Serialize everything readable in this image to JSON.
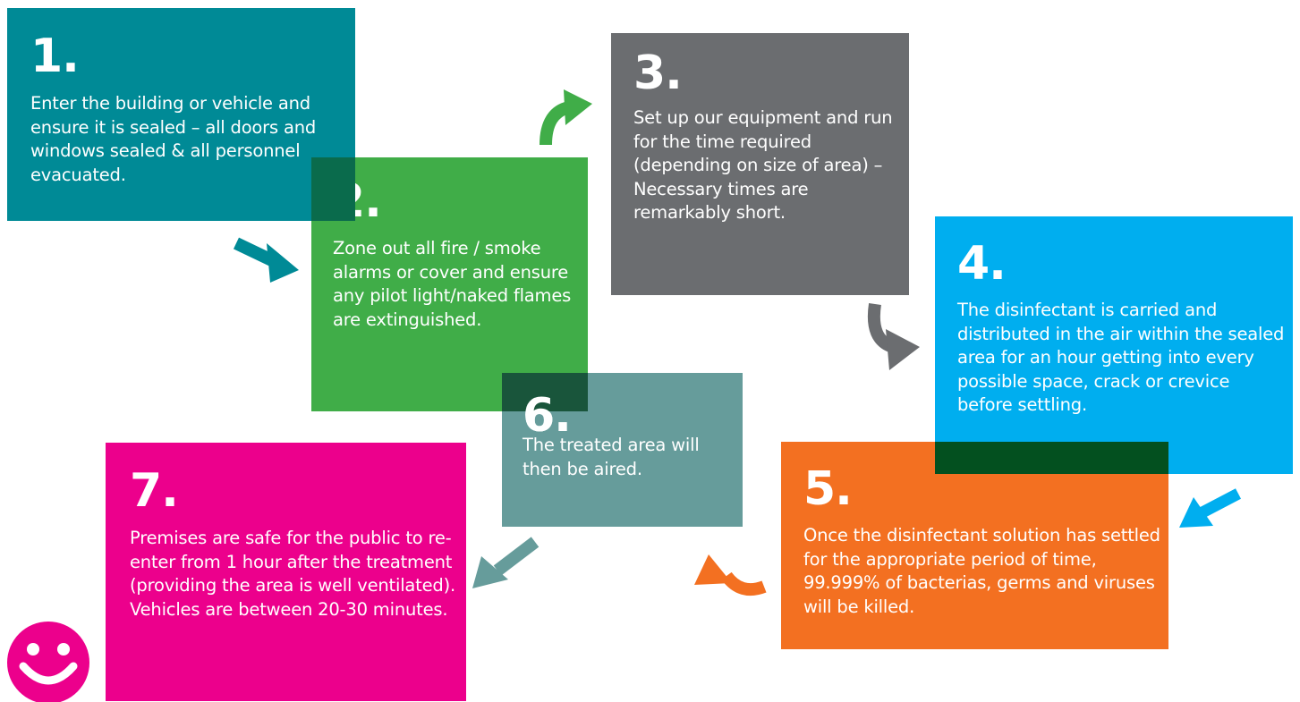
{
  "colors": {
    "step1": "#008a96",
    "step2": "#40ad48",
    "step3": "#6b6d70",
    "step4": "#00aeef",
    "step5": "#f37021",
    "step6": "#669c9b",
    "step7": "#ec008c"
  },
  "steps": [
    {
      "number": "1.",
      "text": "Enter the building or vehicle and ensure it is sealed – all doors and windows sealed & all personnel evacuated."
    },
    {
      "number": "2.",
      "text": "Zone out all fire / smoke alarms or cover and ensure any pilot light/naked flames are extinguished."
    },
    {
      "number": "3.",
      "text": "Set up our equipment and run for the time required (depending on size of area) – Necessary times are remarkably short."
    },
    {
      "number": "4.",
      "text": "The disinfectant is carried and distributed in the air within the sealed area for an hour getting into every possible space, crack or crevice before settling."
    },
    {
      "number": "5.",
      "text": "Once the disinfectant solution has settled for the appropriate period of time, 99.999% of bacterias, germs and viruses will be killed."
    },
    {
      "number": "6.",
      "text": "The treated area will then be aired."
    },
    {
      "number": "7.",
      "text": "Premises are safe for the public to re-enter from 1 hour after the treatment (providing the area is well ventilated). Vehicles are between 20-30 minutes."
    }
  ],
  "icons": {
    "smiley": "smiley-face-icon",
    "arrows": [
      "arrow-1-to-2-icon",
      "arrow-2-to-3-icon",
      "arrow-3-to-4-icon",
      "arrow-4-to-5-icon",
      "arrow-5-to-6-icon",
      "arrow-6-to-7-icon"
    ]
  }
}
